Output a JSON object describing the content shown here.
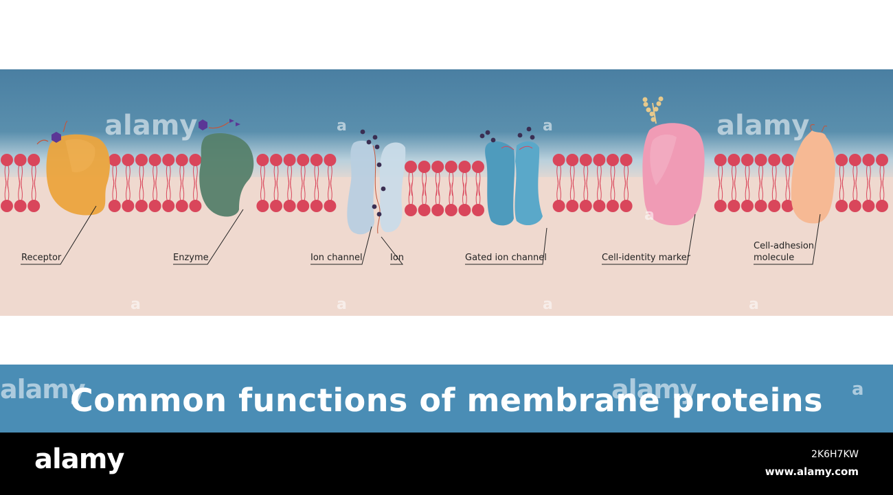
{
  "colors": {
    "extracellular_top": "#4a7fa2",
    "extracellular_bottom": "#e9eef0",
    "cytoplasm": "#efd9cf",
    "lipid_head": "#d9465b",
    "lipid_tail": "#d9465b",
    "title_band": "#4a8db5",
    "receptor": "#eba43d",
    "enzyme": "#55806a",
    "ion_channel": "#b8cfe0",
    "gated_channel": "#4e9bbd",
    "identity_marker": "#f09bb5",
    "adhesion": "#f6b994",
    "ion": "#3a2e52",
    "ligand": "#5b3796"
  },
  "labels": {
    "receptor": "Receptor",
    "enzyme": "Enzyme",
    "ion_channel": "Ion channel",
    "ion": "Ion",
    "gated_ion_channel": "Gated ion channel",
    "cell_identity_marker": "Cell-identity marker",
    "cell_adhesion_line1": "Cell-adhesion",
    "cell_adhesion_line2": "molecule"
  },
  "title": "Common functions of membrane proteins",
  "watermark": {
    "brand": "alamy",
    "letter": "a",
    "image_id": "2K6H7KW",
    "url": "www.alamy.com"
  }
}
